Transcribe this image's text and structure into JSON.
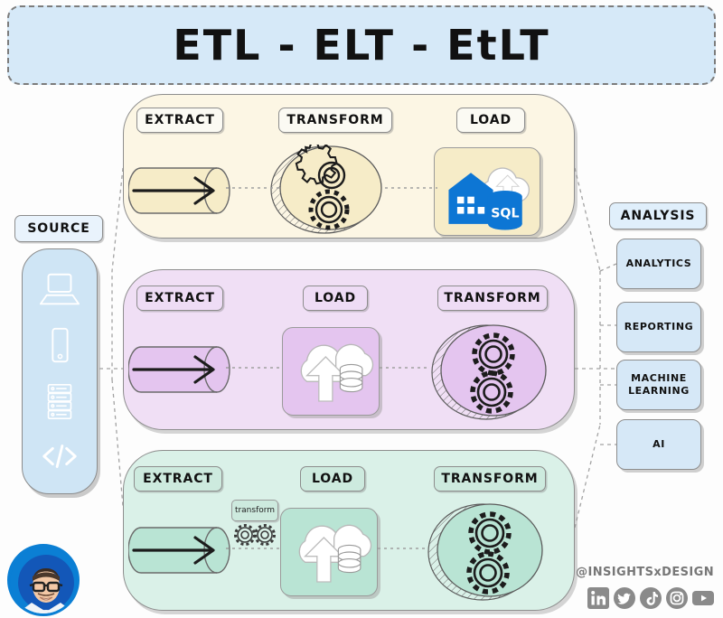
{
  "title": "ETL - ELT - EtLT",
  "source": {
    "label": "SOURCE",
    "icons": [
      "laptop-icon",
      "smartphone-icon",
      "server-rack-icon",
      "code-icon"
    ]
  },
  "pipelines": [
    {
      "id": "etl",
      "name": "ETL",
      "color": "#fcf6e4",
      "accent": "#f6ecc8",
      "stages": [
        {
          "label": "EXTRACT",
          "icon": "pipe-arrow-icon"
        },
        {
          "label": "TRANSFORM",
          "icon": "gears-disc-icon"
        },
        {
          "label": "LOAD",
          "icon": "warehouse-cloud-sql-icon"
        }
      ]
    },
    {
      "id": "elt",
      "name": "ELT",
      "color": "#f0dff5",
      "accent": "#e4c5ef",
      "stages": [
        {
          "label": "EXTRACT",
          "icon": "pipe-arrow-icon"
        },
        {
          "label": "LOAD",
          "icon": "cloud-upload-db-icon"
        },
        {
          "label": "TRANSFORM",
          "icon": "gears-disc-icon"
        }
      ]
    },
    {
      "id": "etlt",
      "name": "EtLT",
      "color": "#daf1e8",
      "accent": "#b9e4d4",
      "mini_transform": {
        "label": "transform",
        "icon": "mini-gears-icon"
      },
      "stages": [
        {
          "label": "EXTRACT",
          "icon": "pipe-arrow-icon"
        },
        {
          "label": "LOAD",
          "icon": "cloud-upload-db-icon"
        },
        {
          "label": "TRANSFORM",
          "icon": "gears-disc-icon"
        }
      ]
    }
  ],
  "analysis": {
    "label": "ANALYSIS",
    "items": [
      "ANALYTICS",
      "REPORTING",
      "MACHINE\nLEARNING",
      "AI"
    ]
  },
  "footer": {
    "handle": "@INSIGHTSxDESIGN",
    "socials": [
      "linkedin-icon",
      "twitter-icon",
      "tiktok-icon",
      "instagram-icon",
      "youtube-icon"
    ],
    "avatar": "profile-photo"
  },
  "colors": {
    "title_bg": "#d6e9f8",
    "source_bg": "#cfe5f5",
    "analysis_bg": "#d6e8f7",
    "etl_bg": "#fcf6e4",
    "elt_bg": "#f0dff5",
    "etlt_bg": "#daf1e8",
    "sql_blue": "#0d76d4",
    "stroke": "#8e8e8e"
  }
}
